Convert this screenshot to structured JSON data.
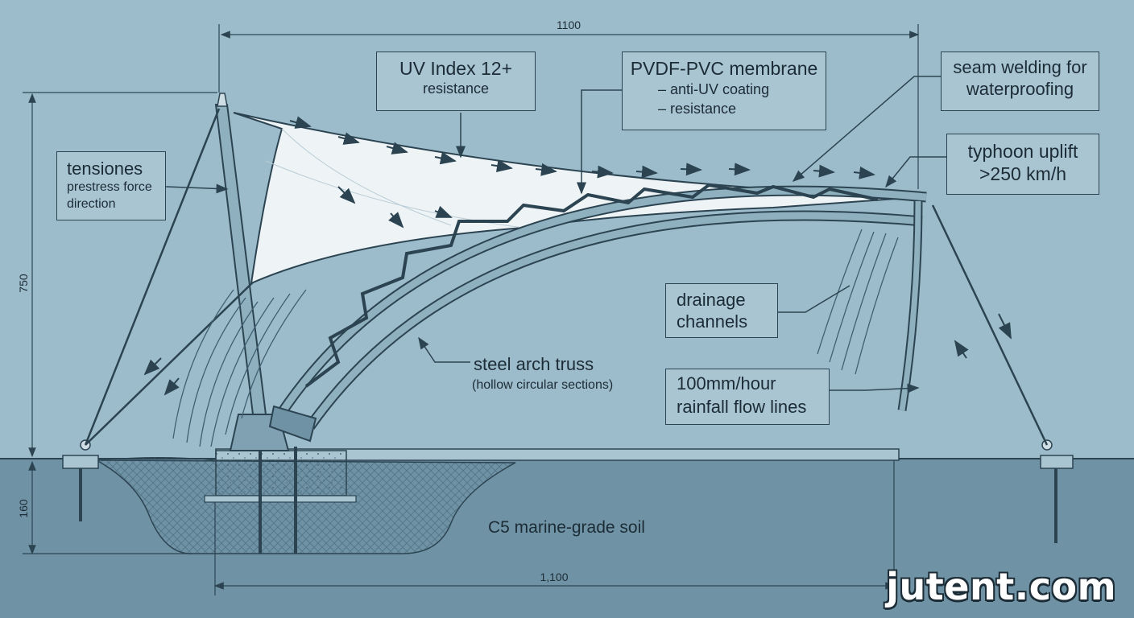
{
  "dimensions": {
    "top_width": "1100",
    "height": "750",
    "depth": "160",
    "bottom_width": "1,100"
  },
  "labels": {
    "uv": {
      "line1": "UV Index 12+",
      "line2": "resistance"
    },
    "membrane": {
      "line1": "PVDF-PVC membrane",
      "line2": "– anti-UV coating",
      "line3": "– resistance"
    },
    "seam": {
      "line1": "seam welding for",
      "line2": "waterproofing"
    },
    "typhoon": {
      "line1": "typhoon uplift",
      "line2": ">250 km/h"
    },
    "tension": {
      "line1": "tensiones",
      "line2": "prestress force",
      "line3": "direction"
    },
    "drainage": {
      "line1": "drainage",
      "line2": "channels"
    },
    "truss": {
      "line1": "steel arch truss",
      "line2": "(hollow circular sections)"
    },
    "rainfall": {
      "line1": "100mm/hour",
      "line2": "rainfall flow lines"
    },
    "soil": "C5 marine-grade soil"
  },
  "watermark": "jutent.com",
  "colors": {
    "background": "#9dbccb",
    "ground": "#6f93a5",
    "linework": "#2c4452",
    "membrane": "#eef3f5",
    "steel": "#7fa1b2"
  }
}
